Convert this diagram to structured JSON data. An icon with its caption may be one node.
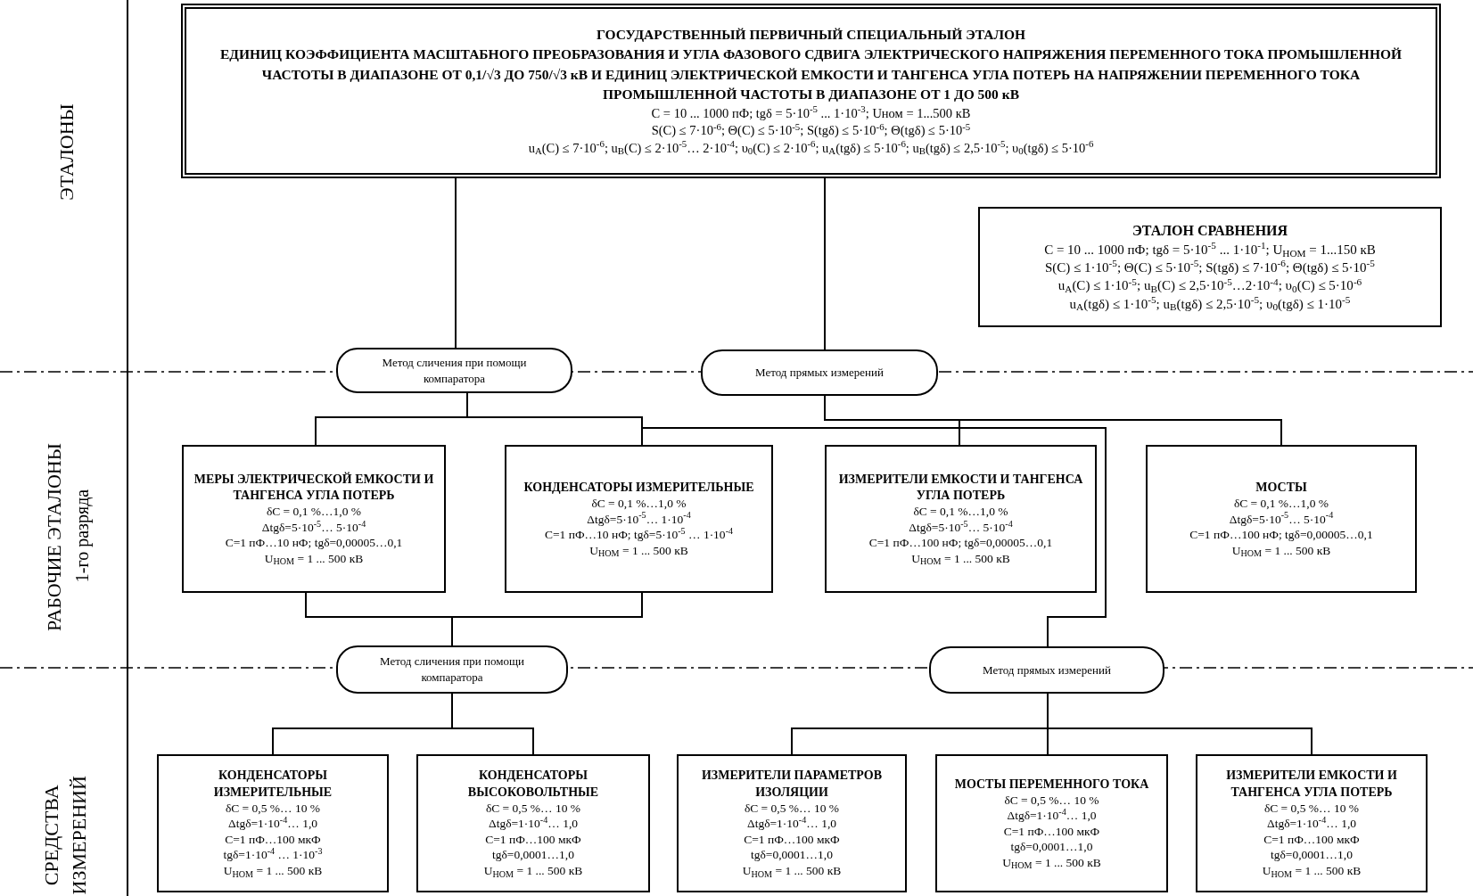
{
  "diagram": {
    "nodes": [
      {
        "text": [
          "ГОСУДАРСТВЕННЫЙ ПЕРВИЧНЫЙ СПЕЦИАЛЬНЫЙ ЭТАЛОН",
          "ЕДИНИЦ КОЭФФИЦИЕНТА МАСШТАБНОГО ПРЕОБРАЗОВАНИЯ И УГЛА ФАЗОВОГО СДВИГА ЭЛЕКТРИЧЕСКОГО НАПРЯЖЕНИЯ ПЕРЕМЕННОГО ТОКА ПРОМЫШЛЕННОЙ ЧАСТОТЫ В ДИАПАЗОНЕ ОТ 0,1/√3 ДО 750/√3 кВ И ЕДИНИЦ ЭЛЕКТРИЧЕСКОЙ ЕМКОСТИ И ТАНГЕНСА УГЛА ПОТЕРЬ НА НАПРЯЖЕНИИ ПЕРЕМЕННОГО ТОКА ПРОМЫШЛЕННОЙ ЧАСТОТЫ В ДИАПАЗОНЕ ОТ 1 ДО 500 кВ",
          "C = 10 ... 1000 пФ; tgδ = 5·10$^{-5}$ ... 1·10$^{-3}$; Uном = 1...500 кВ",
          "S(C) ≤ 7·10$^{-6}$; Θ(C) ≤ 5·10$^{-5}$; S(tgδ) ≤ 5·10$^{-6}$; Θ(tgδ) ≤ 5·10$^{-5}$",
          "u$_{A}$(C) ≤ 7·10$^{-6}$; u$_{B}$(C) ≤ 2·10$^{-5}$… 2·10$^{-4}$; υ$_{0}$(C) ≤ 2·10$^{-6}$; u$_{A}$(tgδ) ≤ 5·10$^{-6}$; u$_{B}$(tgδ) ≤ 2,5·10$^{-5}$; υ$_{0}$(tgδ) ≤ 5·10$^{-6}$"
        ]
      },
      {
        "text": [
          "ЭТАЛОН СРАВНЕНИЯ",
          "C = 10 ... 1000 пФ; tgδ = 5·10$^{-5}$ ... 1·10$^{-1}$; U$_{НОМ}$ = 1...150 кВ",
          "S(C) ≤ 1·10$^{-5}$; Θ(C) ≤ 5·10$^{-5}$; S(tgδ) ≤ 7·10$^{-6}$; Θ(tgδ) ≤ 5·10$^{-5}$",
          "u$_{A}$(C) ≤ 1·10$^{-5}$; u$_{B}$(C) ≤ 2,5·10$^{-5}$…2·10$^{-4}$; υ$_{0}$(C) ≤ 5·10$^{-6}$",
          "u$_{A}$(tgδ) ≤ 1·10$^{-5}$; u$_{B}$(tgδ) ≤ 2,5·10$^{-5}$; υ$_{0}$(tgδ) ≤ 1·10$^{-5}$"
        ]
      },
      {
        "text": [
          "Метод сличения при помощи компаратора"
        ]
      },
      {
        "text": [
          "Метод прямых измерений"
        ]
      },
      {
        "text": [
          "МЕРЫ ЭЛЕКТРИЧЕСКОЙ ЕМКОСТИ И ТАНГЕНСА УГЛА ПОТЕРЬ",
          "δC = 0,1 %…1,0 %",
          "Δtgδ=5·10$^{-5}$… 5·10$^{-4}$",
          "C=1 пФ…10 нФ; tgδ=0,00005…0,1",
          "U$_{НОМ}$ = 1 ... 500 кВ"
        ]
      },
      {
        "text": [
          "КОНДЕНСАТОРЫ ИЗМЕРИТЕЛЬНЫЕ",
          "δC = 0,1 %…1,0 %",
          "Δtgδ=5·10$^{-5}$… 1·10$^{-4}$",
          "C=1 пФ…10 нФ; tgδ=5·10$^{-5}$ … 1·10$^{-4}$",
          "U$_{НОМ}$ = 1 ... 500 кВ"
        ]
      },
      {
        "text": [
          "ИЗМЕРИТЕЛИ ЕМКОСТИ И ТАНГЕНСА УГЛА ПОТЕРЬ",
          "δC = 0,1 %…1,0 %",
          "Δtgδ=5·10$^{-5}$… 5·10$^{-4}$",
          "C=1 пФ…100 нФ; tgδ=0,00005…0,1",
          "U$_{НОМ}$ = 1 ... 500 кВ"
        ]
      },
      {
        "text": [
          "МОСТЫ",
          "δC = 0,1 %…1,0 %",
          "Δtgδ=5·10$^{-5}$… 5·10$^{-4}$",
          "C=1 пФ…100 нФ; tgδ=0,00005…0,1",
          "U$_{НОМ}$ = 1 ... 500 кВ"
        ]
      },
      {
        "text": [
          "Метод сличения при помощи компаратора"
        ]
      },
      {
        "text": [
          "Метод прямых измерений"
        ]
      },
      {
        "text": [
          "КОНДЕНСАТОРЫ ИЗМЕРИТЕЛЬНЫЕ",
          "δC = 0,5 %… 10 %",
          "Δtgδ=1·10$^{-4}$… 1,0",
          "C=1 пФ…100 мкФ",
          "tgδ=1·10$^{-4}$ … 1·10$^{-3}$",
          "U$_{НОМ}$ = 1 ... 500 кВ"
        ]
      },
      {
        "text": [
          "КОНДЕНСАТОРЫ ВЫСОКОВОЛЬТНЫЕ",
          "δC = 0,5 %… 10 %",
          "Δtgδ=1·10$^{-4}$… 1,0",
          "C=1 пФ…100 мкФ",
          "tgδ=0,0001…1,0",
          "U$_{НОМ}$ = 1 ... 500 кВ"
        ]
      },
      {
        "text": [
          "ИЗМЕРИТЕЛИ ПАРАМЕТРОВ ИЗОЛЯЦИИ",
          "δC = 0,5 %… 10 %",
          "Δtgδ=1·10$^{-4}$… 1,0",
          "C=1 пФ…100 мкФ",
          "tgδ=0,0001…1,0",
          "U$_{НОМ}$ = 1 ... 500 кВ"
        ]
      },
      {
        "text": [
          "МОСТЫ ПЕРЕМЕННОГО ТОКА",
          "δC = 0,5 %… 10 %",
          "Δtgδ=1·10$^{-4}$… 1,0",
          "C=1 пФ…100 мкФ",
          "tgδ=0,0001…1,0",
          "U$_{НОМ}$ = 1 ... 500 кВ"
        ]
      },
      {
        "text": [
          "ИЗМЕРИТЕЛИ ЕМКОСТИ И ТАНГЕНСА УГЛА ПОТЕРЬ",
          "δC = 0,5 %… 10 %",
          "Δtgδ=1·10$^{-4}$… 1,0",
          "C=1 пФ…100 мкФ",
          "tgδ=0,0001…1,0",
          "U$_{НОМ}$ = 1 ... 500 кВ"
        ]
      }
    ],
    "edges": [
      {
        "from": 0,
        "to": 2,
        "arrow": "none"
      },
      {
        "from": 0,
        "to": 3,
        "arrow": "none"
      },
      {
        "from": 2,
        "to": 4,
        "arrow": "none"
      },
      {
        "from": 2,
        "to": 5,
        "arrow": "none"
      },
      {
        "from": 2,
        "to": 9,
        "arrow": "none"
      },
      {
        "from": 3,
        "to": 6,
        "arrow": "none"
      },
      {
        "from": 3,
        "to": 7,
        "arrow": "none"
      },
      {
        "from": 4,
        "to": 8,
        "arrow": "none"
      },
      {
        "from": 5,
        "to": 8,
        "arrow": "none"
      },
      {
        "from": 8,
        "to": 10,
        "arrow": "none"
      },
      {
        "from": 8,
        "to": 11,
        "arrow": "none"
      },
      {
        "from": 9,
        "to": 12,
        "arrow": "none"
      },
      {
        "from": 9,
        "to": 13,
        "arrow": "none"
      },
      {
        "from": 9,
        "to": 14,
        "arrow": "none"
      }
    ],
    "labels": [
      "ЭТАЛОНЫ",
      "РАБОЧИЕ ЭТАЛОНЫ",
      "1-го разряда",
      "СРЕДСТВА ИЗМЕРЕНИЙ"
    ]
  }
}
